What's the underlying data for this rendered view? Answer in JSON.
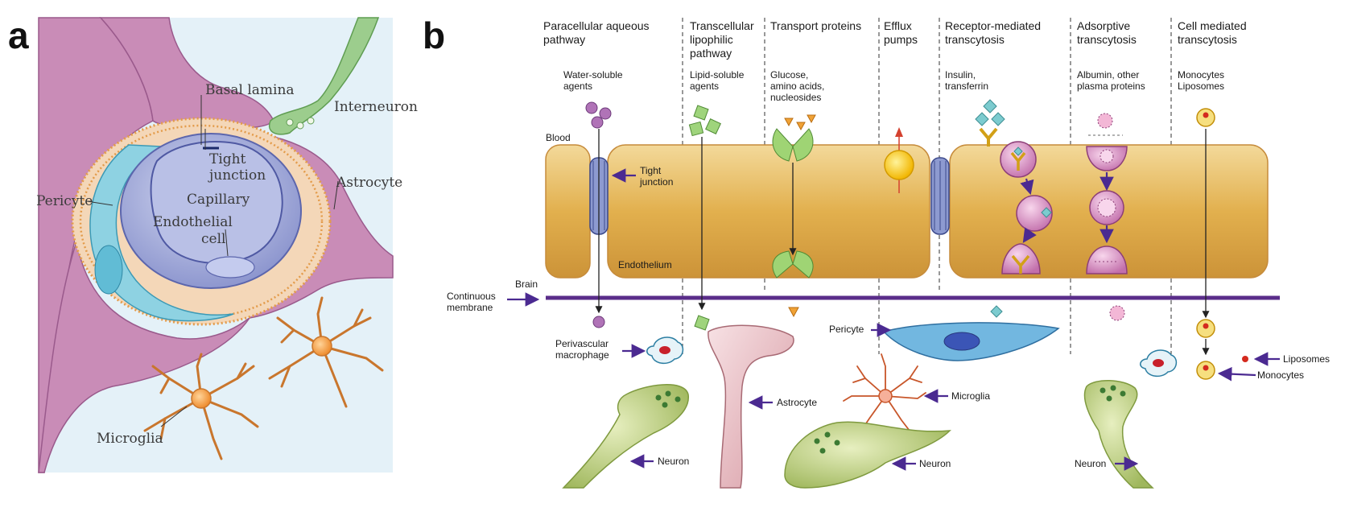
{
  "panel_a": {
    "letter": "a",
    "labels": {
      "basal_lamina": "Basal lamina",
      "interneuron": "Interneuron",
      "tight_junction_1": "Tight",
      "tight_junction_2": "junction",
      "astrocyte": "Astrocyte",
      "pericyte": "Pericyte",
      "capillary": "Capillary",
      "endothelial_1": "Endothelial",
      "endothelial_2": "cell",
      "microglia": "Microglia"
    }
  },
  "panel_b": {
    "letter": "b",
    "headers": [
      [
        "Paracellular aqueous",
        "pathway"
      ],
      [
        "Transcellular",
        "lipophilic",
        "pathway"
      ],
      [
        "Transport proteins"
      ],
      [
        "Efflux",
        "pumps"
      ],
      [
        "Receptor-mediated",
        "transcytosis"
      ],
      [
        "Adsorptive",
        "transcytosis"
      ],
      [
        "Cell mediated",
        "transcytosis"
      ]
    ],
    "subheaders": [
      [
        "Water-soluble",
        "agents"
      ],
      [
        "Lipid-soluble",
        "agents"
      ],
      [
        "Glucose,",
        "amino acids,",
        "nucleosides"
      ],
      [],
      [
        "Insulin,",
        "transferrin"
      ],
      [
        "Albumin, other",
        "plasma proteins"
      ],
      [
        "Monocytes",
        "Liposomes"
      ]
    ],
    "labels": {
      "blood": "Blood",
      "tight_junction_1": "Tight",
      "tight_junction_2": "junction",
      "endothelium": "Endothelium",
      "brain": "Brain",
      "continuous_1": "Continuous",
      "continuous_2": "membrane",
      "perivascular_1": "Perivascular",
      "perivascular_2": "macrophage",
      "astrocyte": "Astrocyte",
      "pericyte": "Pericyte",
      "microglia": "Microglia",
      "neuron_1": "Neuron",
      "neuron_2": "Neuron",
      "neuron_3": "Neuron",
      "liposomes": "Liposomes",
      "monocytes": "Monocytes"
    }
  }
}
